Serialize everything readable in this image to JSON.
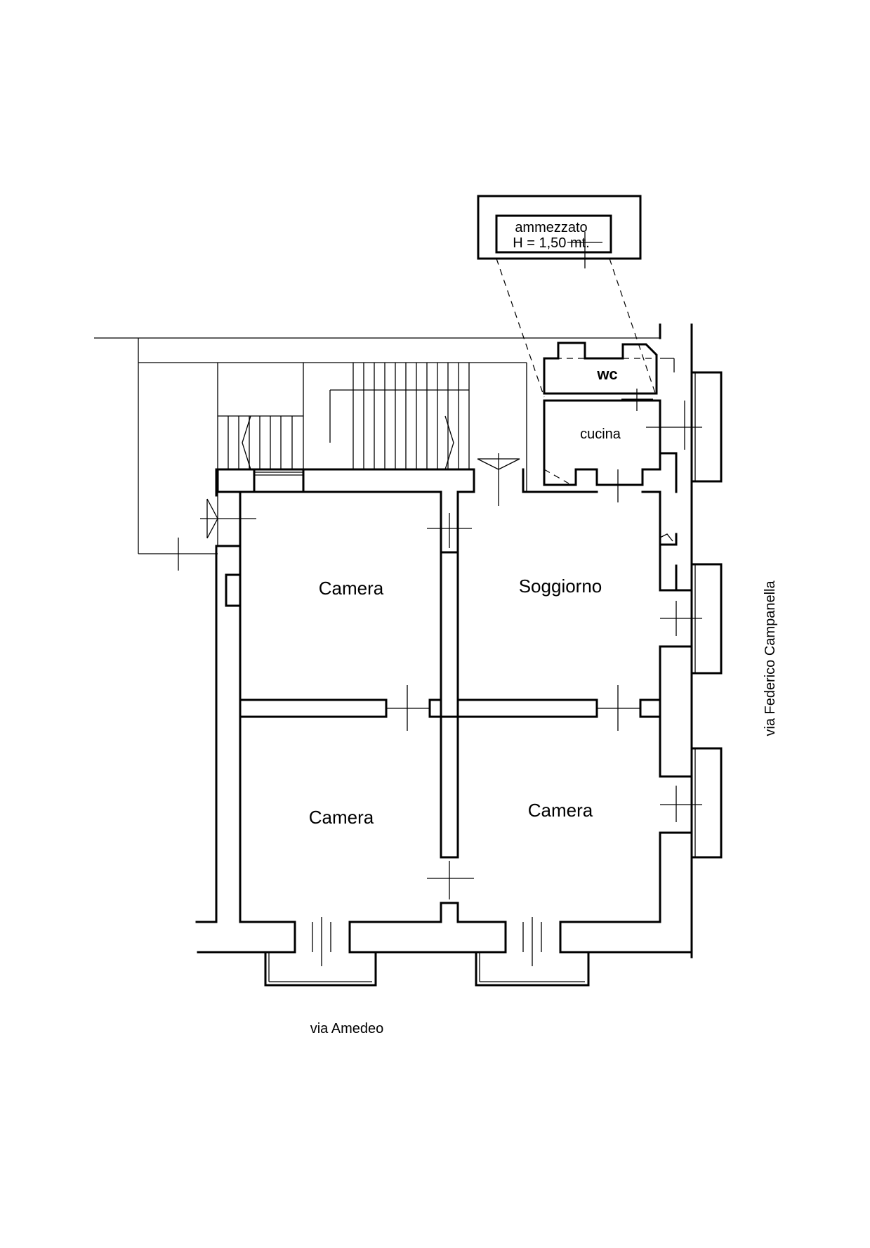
{
  "labels": {
    "mezzanine_line1": "ammezzato",
    "mezzanine_line2": "H = 1,50 mt.",
    "wc": "wc",
    "kitchen": "cucina",
    "bedroom_top_left": "Camera",
    "living_room": "Soggiorno",
    "bedroom_bottom_left": "Camera",
    "bedroom_bottom_right": "Camera"
  },
  "streets": {
    "bottom": "via Amedeo",
    "right": "via Federico Campanella"
  }
}
